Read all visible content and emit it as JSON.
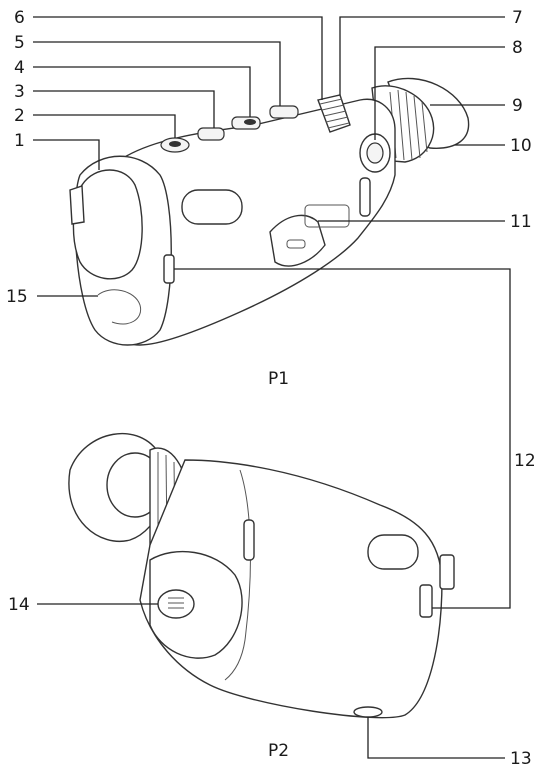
{
  "views": {
    "top": "P1",
    "bottom": "P2"
  },
  "callouts": [
    {
      "id": "1",
      "text": "1"
    },
    {
      "id": "2",
      "text": "2"
    },
    {
      "id": "3",
      "text": "3"
    },
    {
      "id": "4",
      "text": "4"
    },
    {
      "id": "5",
      "text": "5"
    },
    {
      "id": "6",
      "text": "6"
    },
    {
      "id": "7",
      "text": "7"
    },
    {
      "id": "8",
      "text": "8"
    },
    {
      "id": "9",
      "text": "9"
    },
    {
      "id": "10",
      "text": "10"
    },
    {
      "id": "11",
      "text": "11"
    },
    {
      "id": "12",
      "text": "12"
    },
    {
      "id": "13",
      "text": "13"
    },
    {
      "id": "14",
      "text": "14"
    },
    {
      "id": "15",
      "text": "15"
    }
  ]
}
